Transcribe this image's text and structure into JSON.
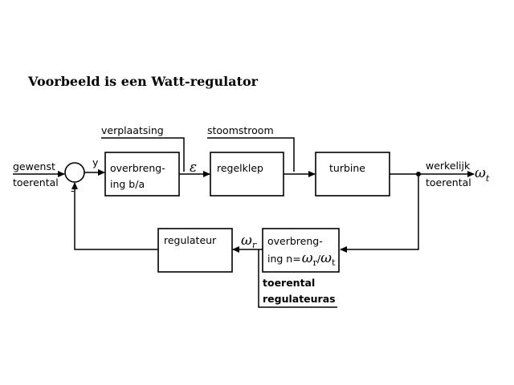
{
  "title": "Voorbeeld is een Watt-regulator",
  "input": {
    "line1": "gewenst",
    "line2": "toerental"
  },
  "sum": {
    "y_label": "y",
    "minus_sign": "-"
  },
  "blocks": {
    "overbrenging1": {
      "line1": "overbreng-",
      "line2": "ing b/a"
    },
    "regelklep": {
      "label": "regelklep"
    },
    "turbine": {
      "label": "turbine"
    },
    "overbrenging2": {
      "line1": "overbreng-",
      "line2": "ing n="
    },
    "regulateur": {
      "label": "regulateur"
    }
  },
  "signals": {
    "epsilon": "ε",
    "verplaatsing": "verplaatsing",
    "stoomstroom": "stoomstroom",
    "omega": "ω",
    "sub_r": "r",
    "sub_t": "t",
    "slash": "/"
  },
  "output": {
    "line1": "werkelijk",
    "line2": "toerental"
  },
  "regulator_shaft": {
    "line1": "toerental",
    "line2": "regulateuras"
  }
}
